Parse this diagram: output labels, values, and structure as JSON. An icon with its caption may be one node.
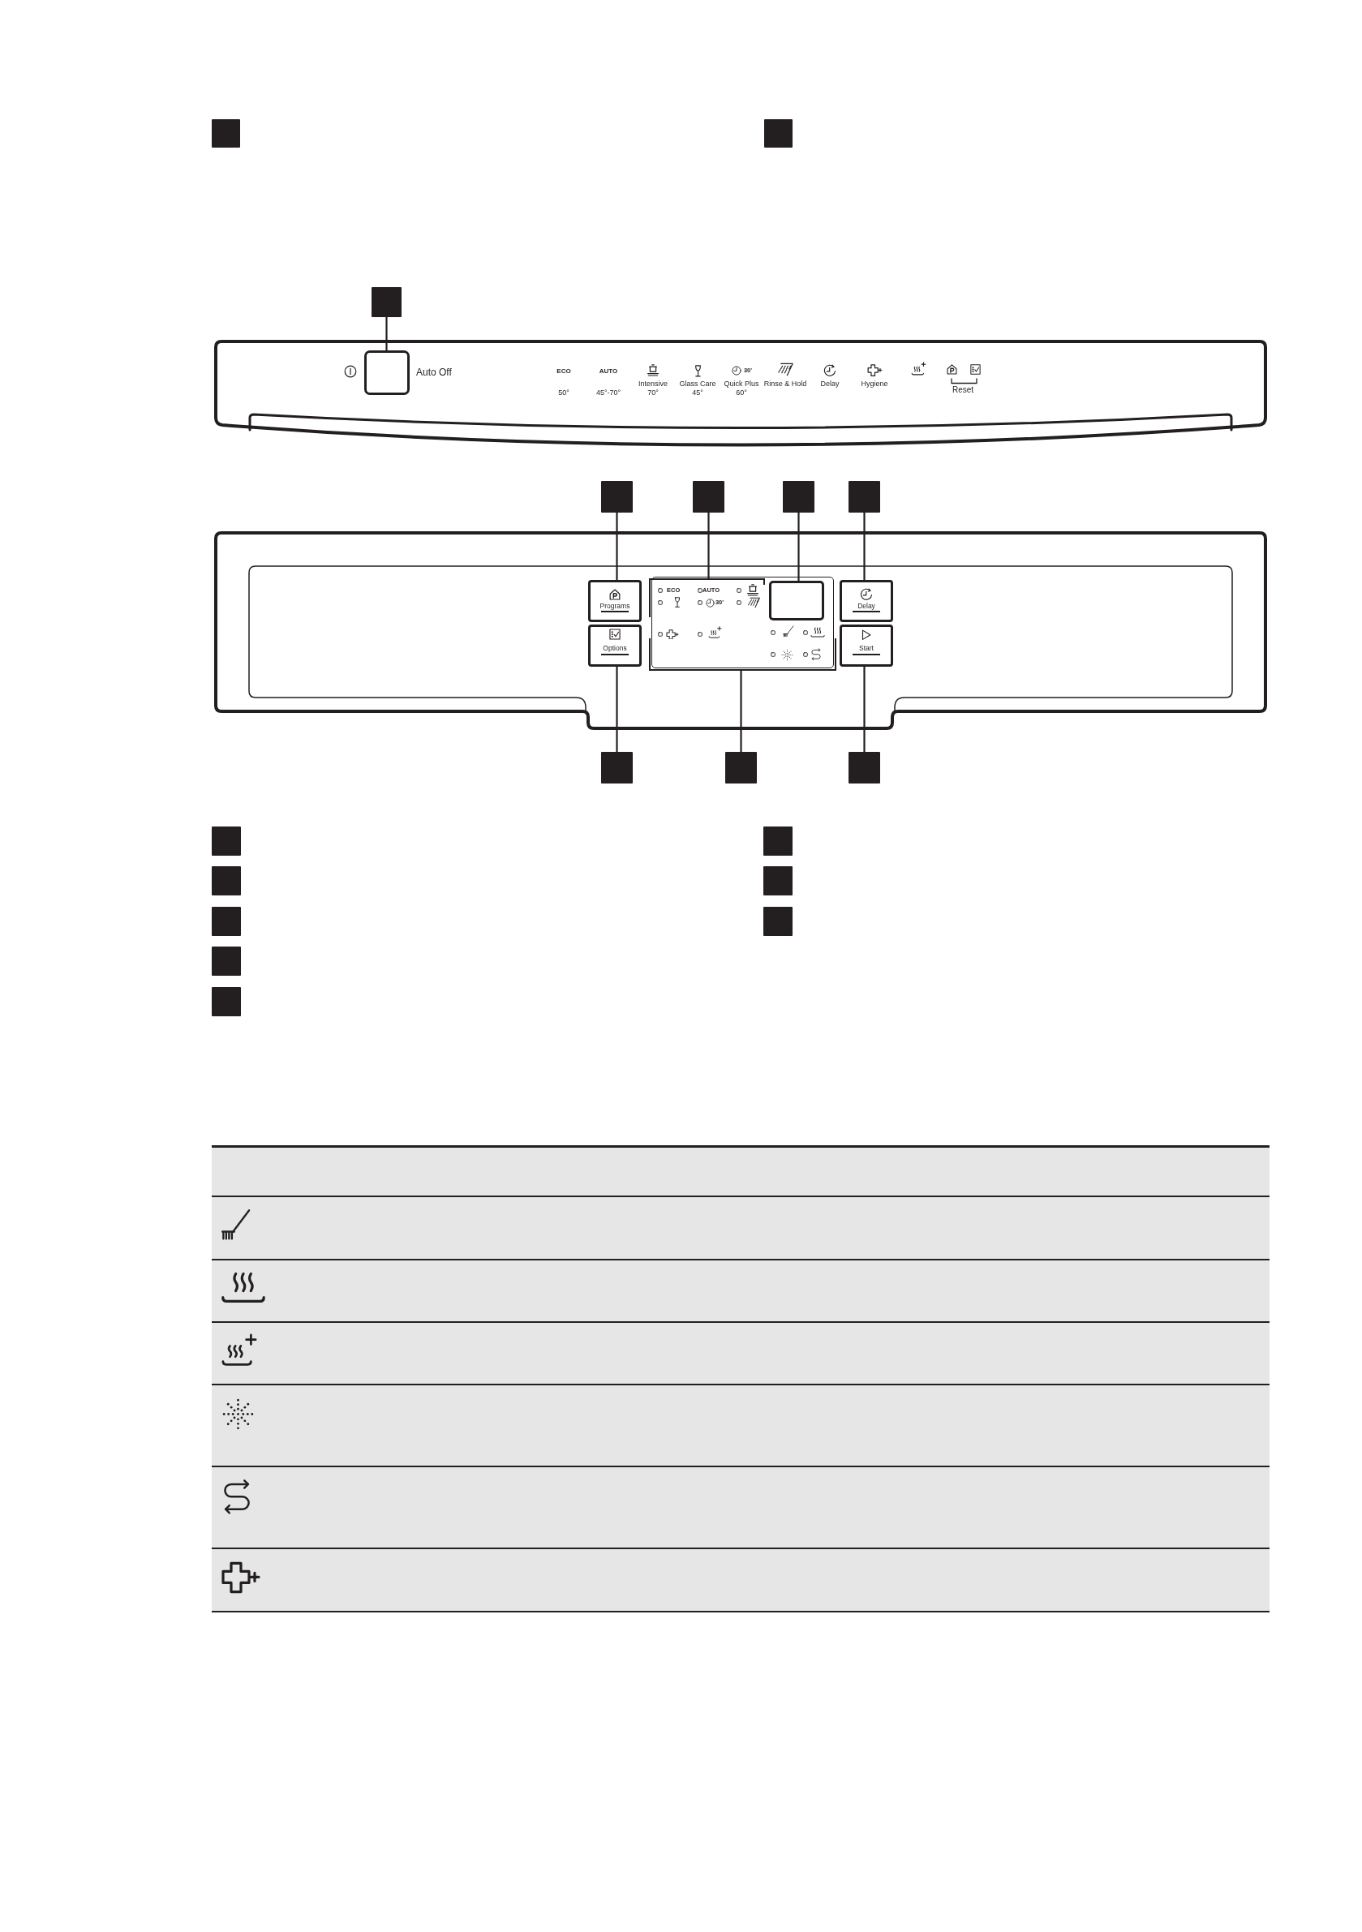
{
  "diagram": {
    "nodes": [
      {
        "text": [],
        "shape": "box"
      },
      {
        "text": [],
        "shape": "box"
      },
      {
        "text": [],
        "shape": "box"
      },
      {
        "text": [],
        "shape": "box",
        "beside": [
          "Auto Off"
        ]
      },
      {
        "text": [],
        "shape": "box"
      },
      {
        "text": [],
        "shape": "box"
      },
      {
        "text": [],
        "shape": "box"
      },
      {
        "text": [],
        "shape": "box"
      },
      {
        "text": [
          "Programs"
        ]
      },
      {
        "text": [
          "ECO",
          "AUTO",
          "30'"
        ]
      },
      {
        "text": [],
        "shape": "box"
      },
      {
        "text": [
          "Delay"
        ]
      },
      {
        "text": [
          "Options"
        ]
      },
      {
        "text": [],
        "shape": "picture"
      },
      {
        "text": [
          "Start"
        ]
      },
      {
        "text": [],
        "shape": "box"
      },
      {
        "text": [],
        "shape": "box"
      },
      {
        "text": [],
        "shape": "box"
      },
      {
        "text": [],
        "shape": "box"
      },
      {
        "text": [],
        "shape": "box"
      },
      {
        "text": [],
        "shape": "box"
      },
      {
        "text": [],
        "shape": "box"
      },
      {
        "text": [],
        "shape": "box"
      },
      {
        "text": [],
        "shape": "box"
      },
      {
        "text": [],
        "shape": "box"
      },
      {
        "text": [],
        "shape": "box"
      }
    ],
    "edges": [
      {
        "from": 2,
        "to": 3,
        "arrow": "none"
      },
      {
        "from": 4,
        "to": 8,
        "arrow": "none"
      },
      {
        "from": 5,
        "to": 9,
        "arrow": "none"
      },
      {
        "from": 6,
        "to": 10,
        "arrow": "none"
      },
      {
        "from": 7,
        "to": 11,
        "arrow": "none"
      },
      {
        "from": 15,
        "to": 12,
        "arrow": "none"
      },
      {
        "from": 16,
        "to": 13,
        "arrow": "none"
      },
      {
        "from": 17,
        "to": 14,
        "arrow": "none"
      }
    ],
    "labels": [
      "ECO",
      "50°",
      "AUTO",
      "45°-70°",
      "Intensive",
      "70°",
      "Glass Care",
      "45°",
      "30'",
      "Quick Plus",
      "60°",
      "Rinse & Hold",
      "Delay",
      "Hygiene",
      "Reset"
    ]
  }
}
